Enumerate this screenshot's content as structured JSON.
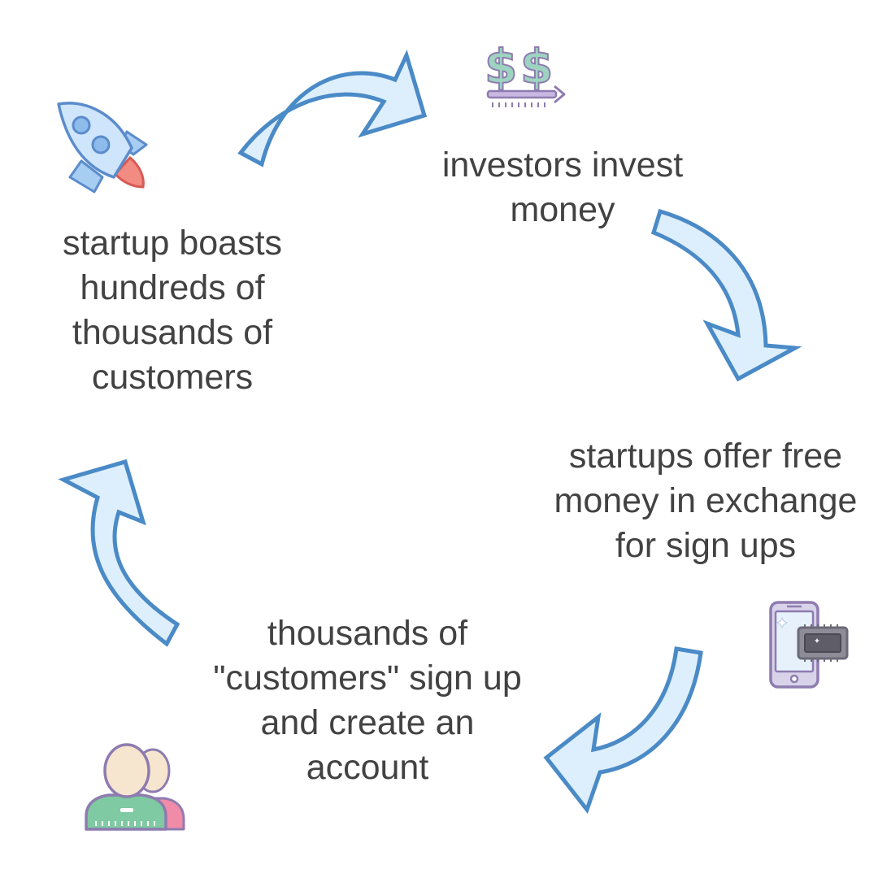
{
  "steps": [
    {
      "id": "startup-boasts",
      "lines": [
        "startup boasts",
        "hundreds of",
        "thousands of",
        "customers"
      ],
      "icon": "rocket-icon"
    },
    {
      "id": "investors-invest",
      "lines": [
        "investors invest",
        "money"
      ],
      "icon": "dollar-transfer-icon"
    },
    {
      "id": "startups-offer",
      "lines": [
        "startups offer free",
        "money in exchange",
        "for sign ups"
      ],
      "icon": "phone-card-icon"
    },
    {
      "id": "customers-sign-up",
      "lines": [
        "thousands of",
        "\"customers\" sign up",
        "and create an",
        "account"
      ],
      "icon": "users-icon"
    }
  ],
  "colors": {
    "text": "#424242",
    "arrow_fill": "#DDEFFC",
    "arrow_stroke": "#4A8AC6"
  }
}
